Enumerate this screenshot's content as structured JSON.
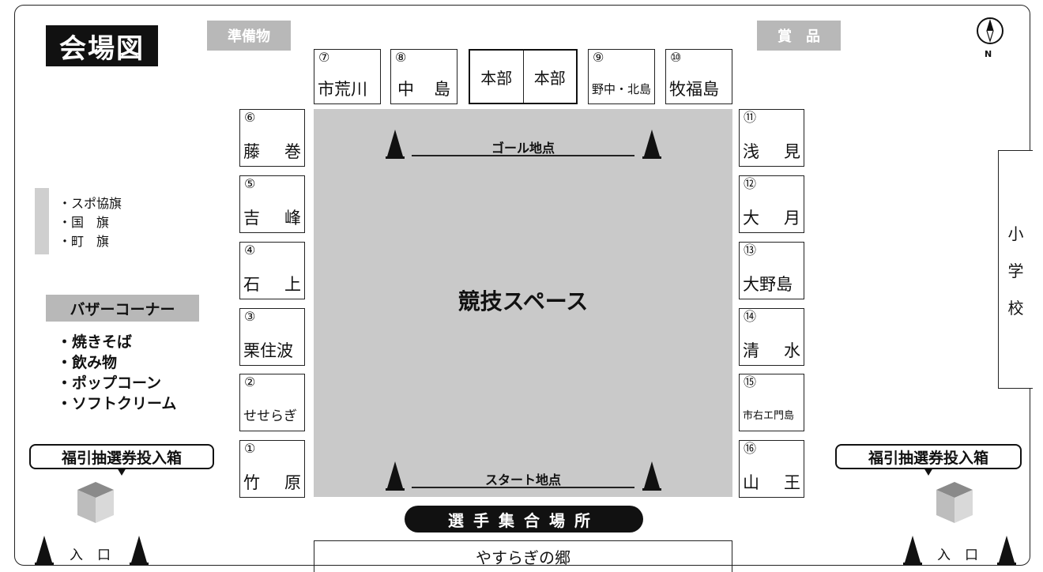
{
  "title": "会場図",
  "preparation_label": "準備物",
  "prize_label": "賞　品",
  "compass_label": "N",
  "top_teams": [
    {
      "num": "⑦",
      "name": "市荒川"
    },
    {
      "num": "⑧",
      "name_a": "中",
      "name_b": "島"
    },
    {
      "num": "⑨",
      "name": "野中・北島"
    },
    {
      "num": "⑩",
      "name": "牧福島"
    }
  ],
  "honbu": [
    "本部",
    "本部"
  ],
  "left_teams": [
    {
      "num": "⑥",
      "name_a": "藤",
      "name_b": "巻"
    },
    {
      "num": "⑤",
      "name_a": "吉",
      "name_b": "峰"
    },
    {
      "num": "④",
      "name_a": "石",
      "name_b": "上"
    },
    {
      "num": "③",
      "name": "栗住波"
    },
    {
      "num": "②",
      "name": "せせらぎ"
    },
    {
      "num": "①",
      "name_a": "竹",
      "name_b": "原"
    }
  ],
  "right_teams": [
    {
      "num": "⑪",
      "name_a": "浅",
      "name_b": "見"
    },
    {
      "num": "⑫",
      "name_a": "大",
      "name_b": "月"
    },
    {
      "num": "⑬",
      "name": "大野島"
    },
    {
      "num": "⑭",
      "name_a": "清",
      "name_b": "水"
    },
    {
      "num": "⑮",
      "name": "市右エ門島"
    },
    {
      "num": "⑯",
      "name_a": "山",
      "name_b": "王"
    }
  ],
  "arena_label": "競技スペース",
  "goal_label": "ゴール地点",
  "start_label": "スタート地点",
  "legend_items": [
    "・スポ協旗",
    "・国　旗",
    "・町　旗"
  ],
  "bazaar_label": "バザーコーナー",
  "food_items": [
    "・焼きそば",
    "・飲み物",
    "・ポップコーン",
    "・ソフトクリーム"
  ],
  "lottery_label": "福引抽選券投入箱",
  "entrance_label": "入口",
  "gather_label": "選手集合場所",
  "yasuragi_label": "やすらぎの郷",
  "school_chars": [
    "小",
    "学",
    "校"
  ]
}
